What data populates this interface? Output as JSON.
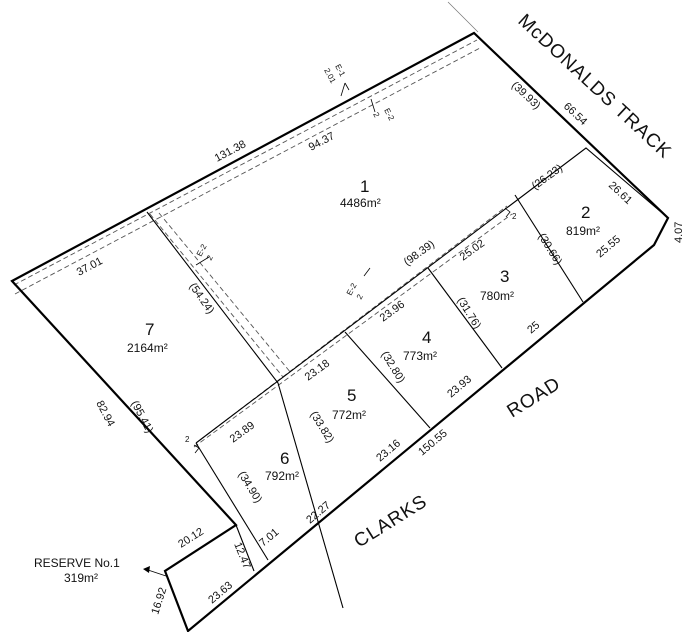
{
  "roads": {
    "north": "McDONALDS  TRACK",
    "south": "CLARKS  ROAD"
  },
  "lots": [
    {
      "number": "1",
      "area": "4486m²"
    },
    {
      "number": "2",
      "area": "819m²"
    },
    {
      "number": "3",
      "area": "780m²"
    },
    {
      "number": "4",
      "area": "773m²"
    },
    {
      "number": "5",
      "area": "772m²"
    },
    {
      "number": "6",
      "area": "792m²"
    },
    {
      "number": "7",
      "area": "2164m²"
    }
  ],
  "reserve": {
    "label": "RESERVE No.1",
    "area": "319m²"
  },
  "dimensions": {
    "d131_38": "131.38",
    "d94_37": "94.37",
    "d37_01": "37.01",
    "d39_93": "(39.93)",
    "d66_54": "66.54",
    "d4_07": "4.07",
    "d26_23": "(26.23)",
    "d26_61": "26.61",
    "d30_66": "(30.66)",
    "d25_55": "25.55",
    "d98_39": "(98.39)",
    "d25_02": "25.02",
    "d31_76": "(31.76)",
    "d25": "25",
    "d23_96": "23.96",
    "d32_80": "(32.80)",
    "d23_93": "23.93",
    "d23_18": "23.18",
    "d33_82": "(33.82)",
    "d23_16": "23.16",
    "d150_55": "150.55",
    "d23_89": "23.89",
    "d34_90": "(34.90)",
    "d22_27": "22.27",
    "d54_24": "(54.24)",
    "d95_41": "(95.41)",
    "d82_94": "82.94",
    "d20_12": "20.12",
    "d12_47": "12.47",
    "d7_01": "7.01",
    "d23_63": "23.63",
    "d16_92": "16.92"
  },
  "easements": {
    "e1_label": "E-1",
    "e1_width": "2.01",
    "e2_label": "E-2",
    "e2_width": "2",
    "e2b_label": "E-2",
    "e2b_width": "2",
    "e2c_label": "E-2",
    "e2c_width": "2",
    "corner_2a": "2",
    "corner_2b": "2"
  }
}
